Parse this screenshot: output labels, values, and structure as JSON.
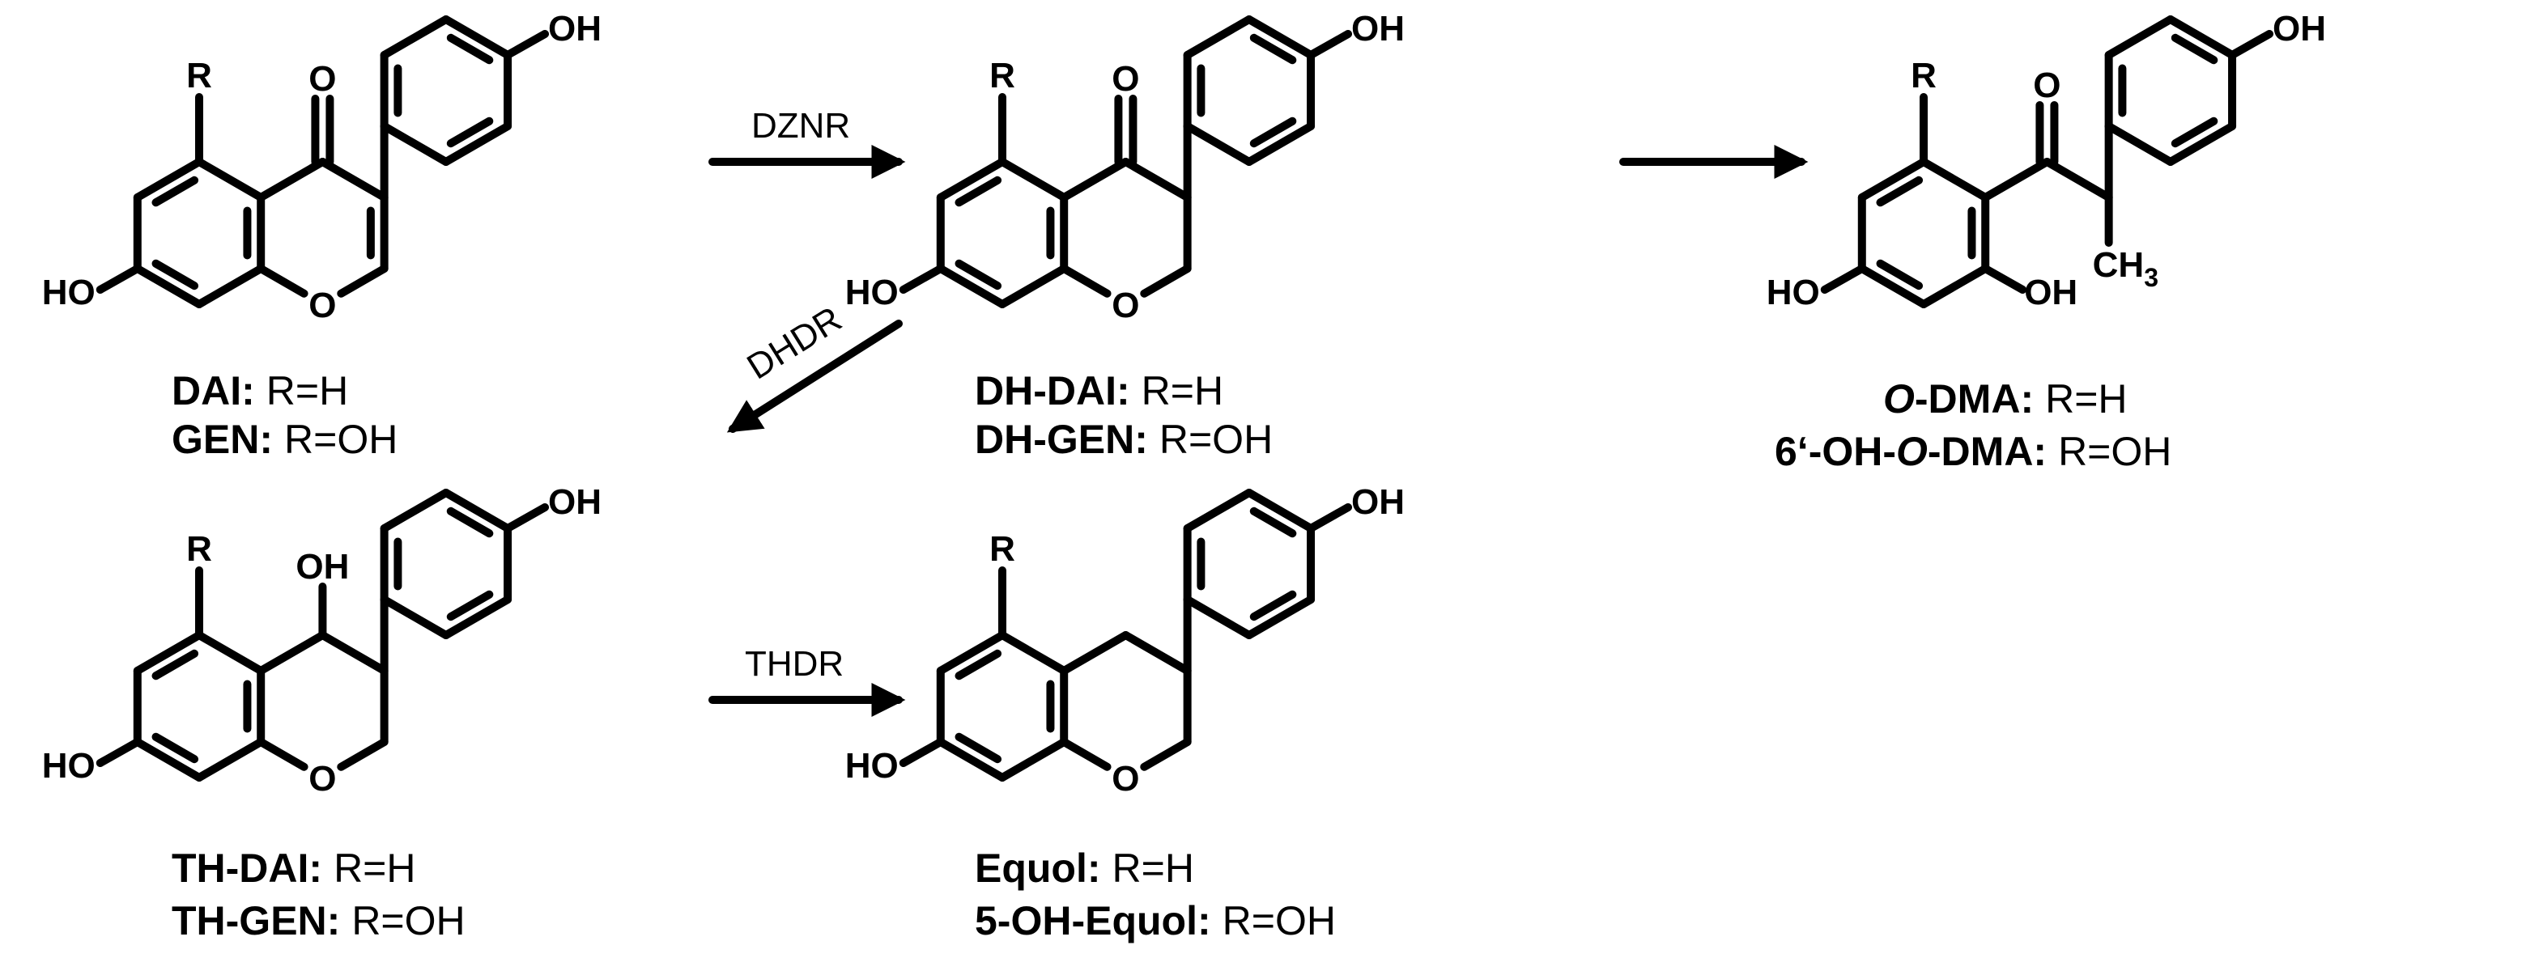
{
  "atoms": {
    "R": "R",
    "O": "O",
    "OH": "OH",
    "HO": "HO",
    "CH": "CH",
    "three": "3"
  },
  "enzymes": {
    "dznr": "DZNR",
    "dhdr": "DHDR",
    "thdr": "THDR"
  },
  "compounds": {
    "dai": {
      "name": [
        "DAI",
        ":"
      ],
      "r": "R=H"
    },
    "gen": {
      "name": [
        "GEN",
        ":"
      ],
      "r": "R=OH"
    },
    "dh_dai": {
      "name": [
        "DH-DAI",
        ":"
      ],
      "r": "R=H"
    },
    "dh_gen": {
      "name": [
        "DH-GEN",
        ":"
      ],
      "r": "R=OH"
    },
    "o_dma": {
      "name": [
        "O",
        "-DMA",
        ":"
      ],
      "r": "R=H"
    },
    "oh6_o_dma": {
      "name": [
        "6‘-OH-",
        "O",
        "-DMA:"
      ],
      "r": "R=OH"
    },
    "th_dai": {
      "name": [
        "TH-DAI",
        ":"
      ],
      "r": "R=H"
    },
    "th_gen": {
      "name": [
        "TH-GEN",
        ":"
      ],
      "r": "R=OH"
    },
    "equol": {
      "name": [
        "Equol",
        ":"
      ],
      "r": "R=H"
    },
    "oh5_equol": {
      "name": [
        "5-OH-Equol",
        ":"
      ],
      "r": "R=OH"
    }
  }
}
